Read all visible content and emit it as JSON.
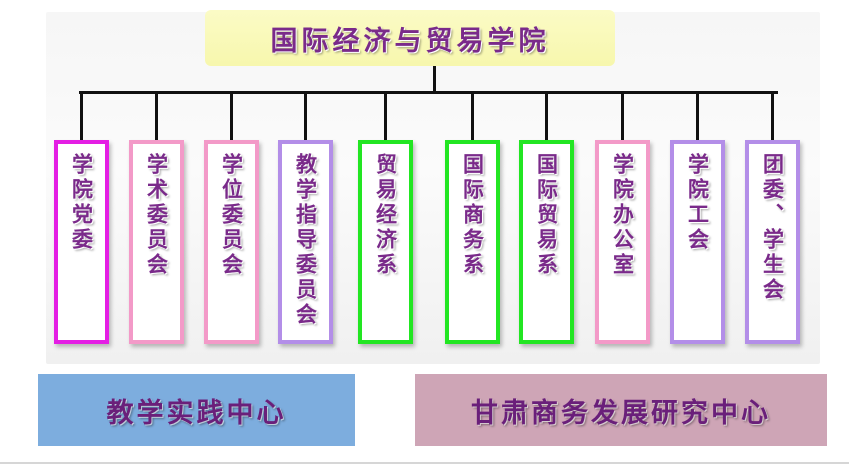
{
  "root": {
    "label": "国际经济与贸易学院"
  },
  "units": [
    {
      "label": "学院党委",
      "border_color": "#e41ee4"
    },
    {
      "label": "学术委员会",
      "border_color": "#f39ac8"
    },
    {
      "label": "学位委员会",
      "border_color": "#f39ac8"
    },
    {
      "label": "教学指导委员会",
      "border_color": "#b38ee8"
    },
    {
      "label": "贸易经济系",
      "border_color": "#22e622"
    },
    {
      "label": "国际商务系",
      "border_color": "#22e622"
    },
    {
      "label": "国际贸易系",
      "border_color": "#22e622"
    },
    {
      "label": "学院办公室",
      "border_color": "#f39ac8"
    },
    {
      "label": "学院工会",
      "border_color": "#b38ee8"
    },
    {
      "label": "团委、学生会",
      "border_color": "#b38ee8"
    }
  ],
  "centers": [
    {
      "label": "教学实践中心",
      "background": "#7dadde"
    },
    {
      "label": "甘肃商务发展研究中心",
      "background": "#cea5b6"
    }
  ]
}
